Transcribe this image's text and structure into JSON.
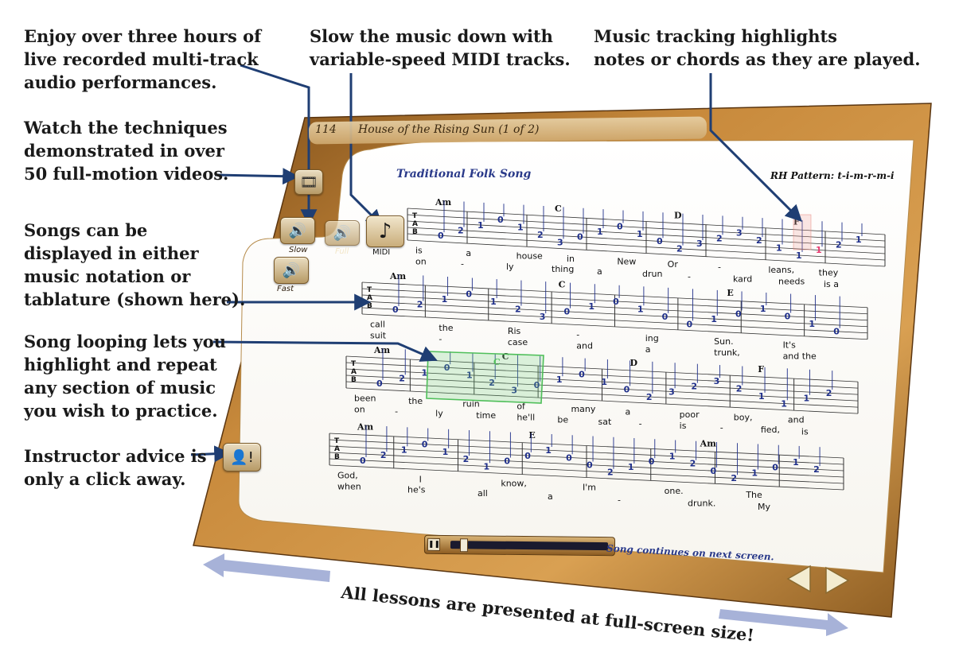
{
  "colors": {
    "wood_dark": "#8a5a20",
    "wood_light": "#d49a4a",
    "arrow": "#1f3e73",
    "notation_blue": "#1f2f8a",
    "loop_green": "#4fbf5a",
    "tracking_pink": "#e83a70",
    "page_arrows": "#a7b2d8"
  },
  "callouts": {
    "audio": [
      "Enjoy over three hours of",
      "live recorded multi-track",
      "audio performances."
    ],
    "midi": [
      "Slow the music down with",
      "variable-speed MIDI tracks."
    ],
    "tracking": [
      "Music tracking highlights",
      "notes or chords as they are played."
    ],
    "video": [
      "Watch the techniques",
      "demonstrated in over",
      "50 full-motion videos."
    ],
    "notation": [
      "Songs can be",
      "displayed in either",
      "music notation or",
      "tablature (shown here)."
    ],
    "looping": [
      "Song looping lets you",
      "highlight and repeat",
      "any section of music",
      "you wish to practice."
    ],
    "advice": [
      "Instructor advice is",
      "only a click away."
    ]
  },
  "caption": "All lessons are presented at full-screen size!",
  "lesson": {
    "number": "114",
    "title": "House of the Rising Sun (1 of 2)",
    "subtitle": "Traditional Folk Song",
    "pattern": "RH Pattern: t-i-m-r-m-i",
    "continues": "Song continues on next screen."
  },
  "controls": {
    "slow": "Slow",
    "full": "Full",
    "midi": "MIDI",
    "fast": "Fast"
  },
  "icons": {
    "video": "film-reel-icon",
    "speaker": "speaker-icon",
    "note": "eighth-note-icon",
    "advice": "instructor-advice-icon",
    "prev": "prev-arrow-icon",
    "next": "next-arrow-icon",
    "pause": "pause-icon"
  },
  "tab_letters": [
    "T",
    "A",
    "B"
  ],
  "staves": [
    {
      "chords": [
        "Am",
        "C",
        "D",
        "F"
      ],
      "numbers": [
        "0",
        "2",
        "1",
        "0",
        "1",
        "2",
        "3",
        "0",
        "1",
        "0",
        "1",
        "0",
        "2",
        "3",
        "2",
        "3",
        "2",
        "1",
        "1",
        "1",
        "2",
        "1"
      ],
      "lyrics_top": [
        "is",
        "a",
        "house",
        "in",
        "New",
        "Or",
        "-",
        "leans,",
        "they"
      ],
      "lyrics_bottom": [
        "on",
        "-",
        "ly",
        "thing",
        "a",
        "drun",
        "-",
        "kard",
        "needs",
        "is a"
      ]
    },
    {
      "chords": [
        "Am",
        "C",
        "E"
      ],
      "numbers": [
        "0",
        "2",
        "1",
        "0",
        "1",
        "2",
        "3",
        "0",
        "1",
        "0",
        "1",
        "0",
        "0",
        "1",
        "0",
        "1",
        "0",
        "1",
        "0"
      ],
      "lyrics_top": [
        "call",
        "the",
        "Ris",
        "-",
        "ing",
        "Sun.",
        "It's"
      ],
      "lyrics_bottom": [
        "suit",
        "-",
        "case",
        "and",
        "a",
        "trunk,",
        "and the"
      ]
    },
    {
      "chords": [
        "Am",
        "C",
        "D",
        "F"
      ],
      "numbers": [
        "0",
        "2",
        "1",
        "0",
        "1",
        "2",
        "3",
        "0",
        "1",
        "0",
        "1",
        "0",
        "2",
        "3",
        "2",
        "3",
        "2",
        "1",
        "1",
        "1",
        "2"
      ],
      "lyrics_top": [
        "been",
        "the",
        "ruin",
        "of",
        "many",
        "a",
        "poor",
        "boy,",
        "and"
      ],
      "lyrics_bottom": [
        "on",
        "-",
        "ly",
        "time",
        "he'll",
        "be",
        "sat",
        "-",
        "is",
        "-",
        "fied,",
        "is"
      ]
    },
    {
      "chords": [
        "Am",
        "E",
        "Am"
      ],
      "numbers": [
        "0",
        "2",
        "1",
        "0",
        "1",
        "2",
        "1",
        "0",
        "0",
        "1",
        "0",
        "0",
        "2",
        "1",
        "0",
        "1",
        "2",
        "0",
        "2",
        "1",
        "0",
        "1",
        "2"
      ],
      "lyrics_top": [
        "God,",
        "I",
        "know,",
        "I'm",
        "one.",
        "The"
      ],
      "lyrics_bottom": [
        "when",
        "he's",
        "all",
        "a",
        "-",
        "drunk.",
        "My"
      ]
    }
  ],
  "loop_chord": "C",
  "tracked_number": "1",
  "playback_progress": 0.06
}
